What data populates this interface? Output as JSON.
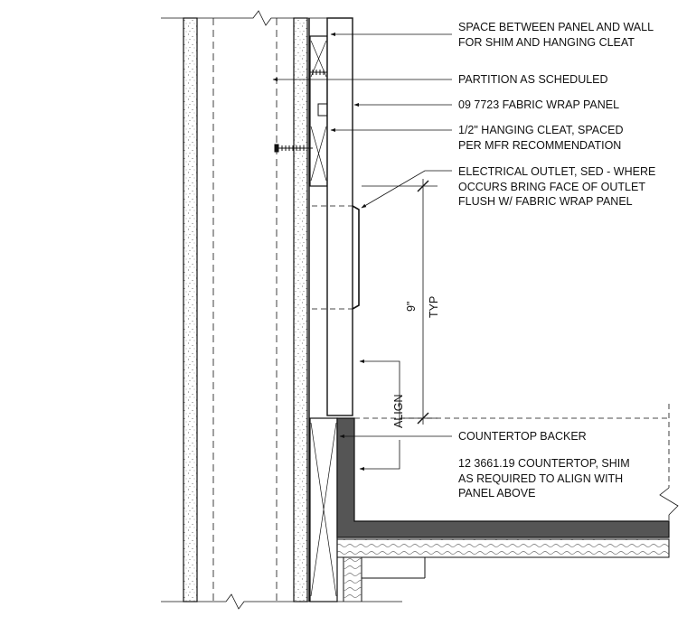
{
  "callouts": {
    "space_between": [
      "SPACE BETWEEN PANEL AND WALL",
      "FOR SHIM AND HANGING CLEAT"
    ],
    "partition": [
      "PARTITION AS SCHEDULED"
    ],
    "fabric_panel": [
      "09 7723 FABRIC WRAP PANEL"
    ],
    "hanging_cleat": [
      "1/2\" HANGING CLEAT, SPACED",
      "PER MFR RECOMMENDATION"
    ],
    "electrical_outlet": [
      "ELECTRICAL OUTLET, SED - WHERE",
      "OCCURS BRING FACE OF OUTLET",
      "FLUSH W/ FABRIC WRAP PANEL"
    ],
    "countertop_backer": [
      "COUNTERTOP BACKER"
    ],
    "countertop": [
      "12 3661.19 COUNTERTOP, SHIM",
      "AS REQUIRED TO ALIGN WITH",
      "PANEL ABOVE"
    ]
  },
  "dimensions": {
    "height_value": "9\"",
    "height_note": "TYP",
    "align": "ALIGN"
  },
  "colors": {
    "line": "#111111",
    "poche_fill": "#555555"
  }
}
